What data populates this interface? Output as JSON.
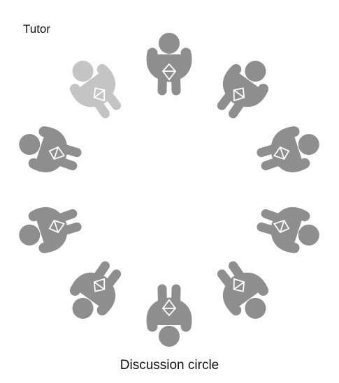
{
  "labels": {
    "tutor": "Tutor",
    "caption": "Discussion circle"
  },
  "colors": {
    "student": "#8e8e8e",
    "tutor": "#c4c4c4",
    "background": "#ffffff",
    "text": "#111111"
  },
  "figures": [
    {
      "role": "student"
    },
    {
      "role": "student"
    },
    {
      "role": "student"
    },
    {
      "role": "student"
    },
    {
      "role": "student"
    },
    {
      "role": "student"
    },
    {
      "role": "student"
    },
    {
      "role": "student"
    },
    {
      "role": "student"
    },
    {
      "role": "tutor"
    }
  ]
}
